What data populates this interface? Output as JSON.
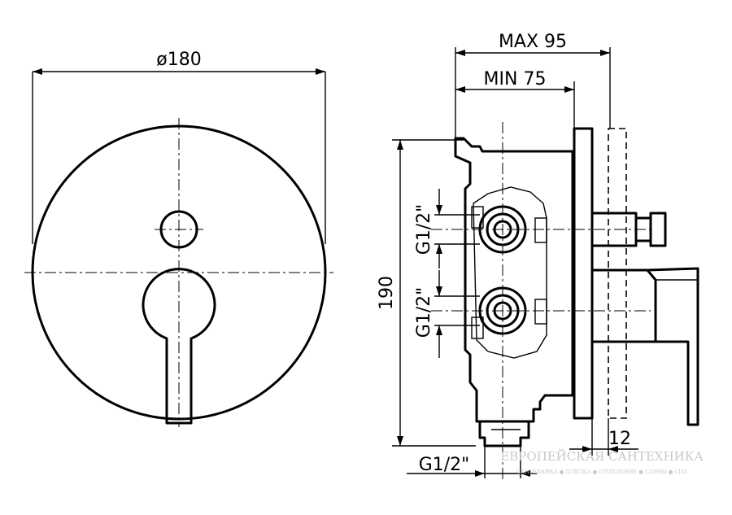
{
  "dimensions": {
    "diameter": "ø180",
    "max_depth": "MAX 95",
    "min_depth": "MIN 75",
    "height": "190",
    "plate_offset": "12",
    "port_top": "G1/2\"",
    "port_middle": "G1/2\"",
    "port_bottom": "G1/2\""
  },
  "watermark": {
    "title": "ЕВРОПЕЙСКАЯ САНТЕХНИКА",
    "subtitle": "САНТЕХНИКА ● ПЛИТКА ● ОТОПЛЕНИЕ ● САУНЫ ● СПА"
  }
}
